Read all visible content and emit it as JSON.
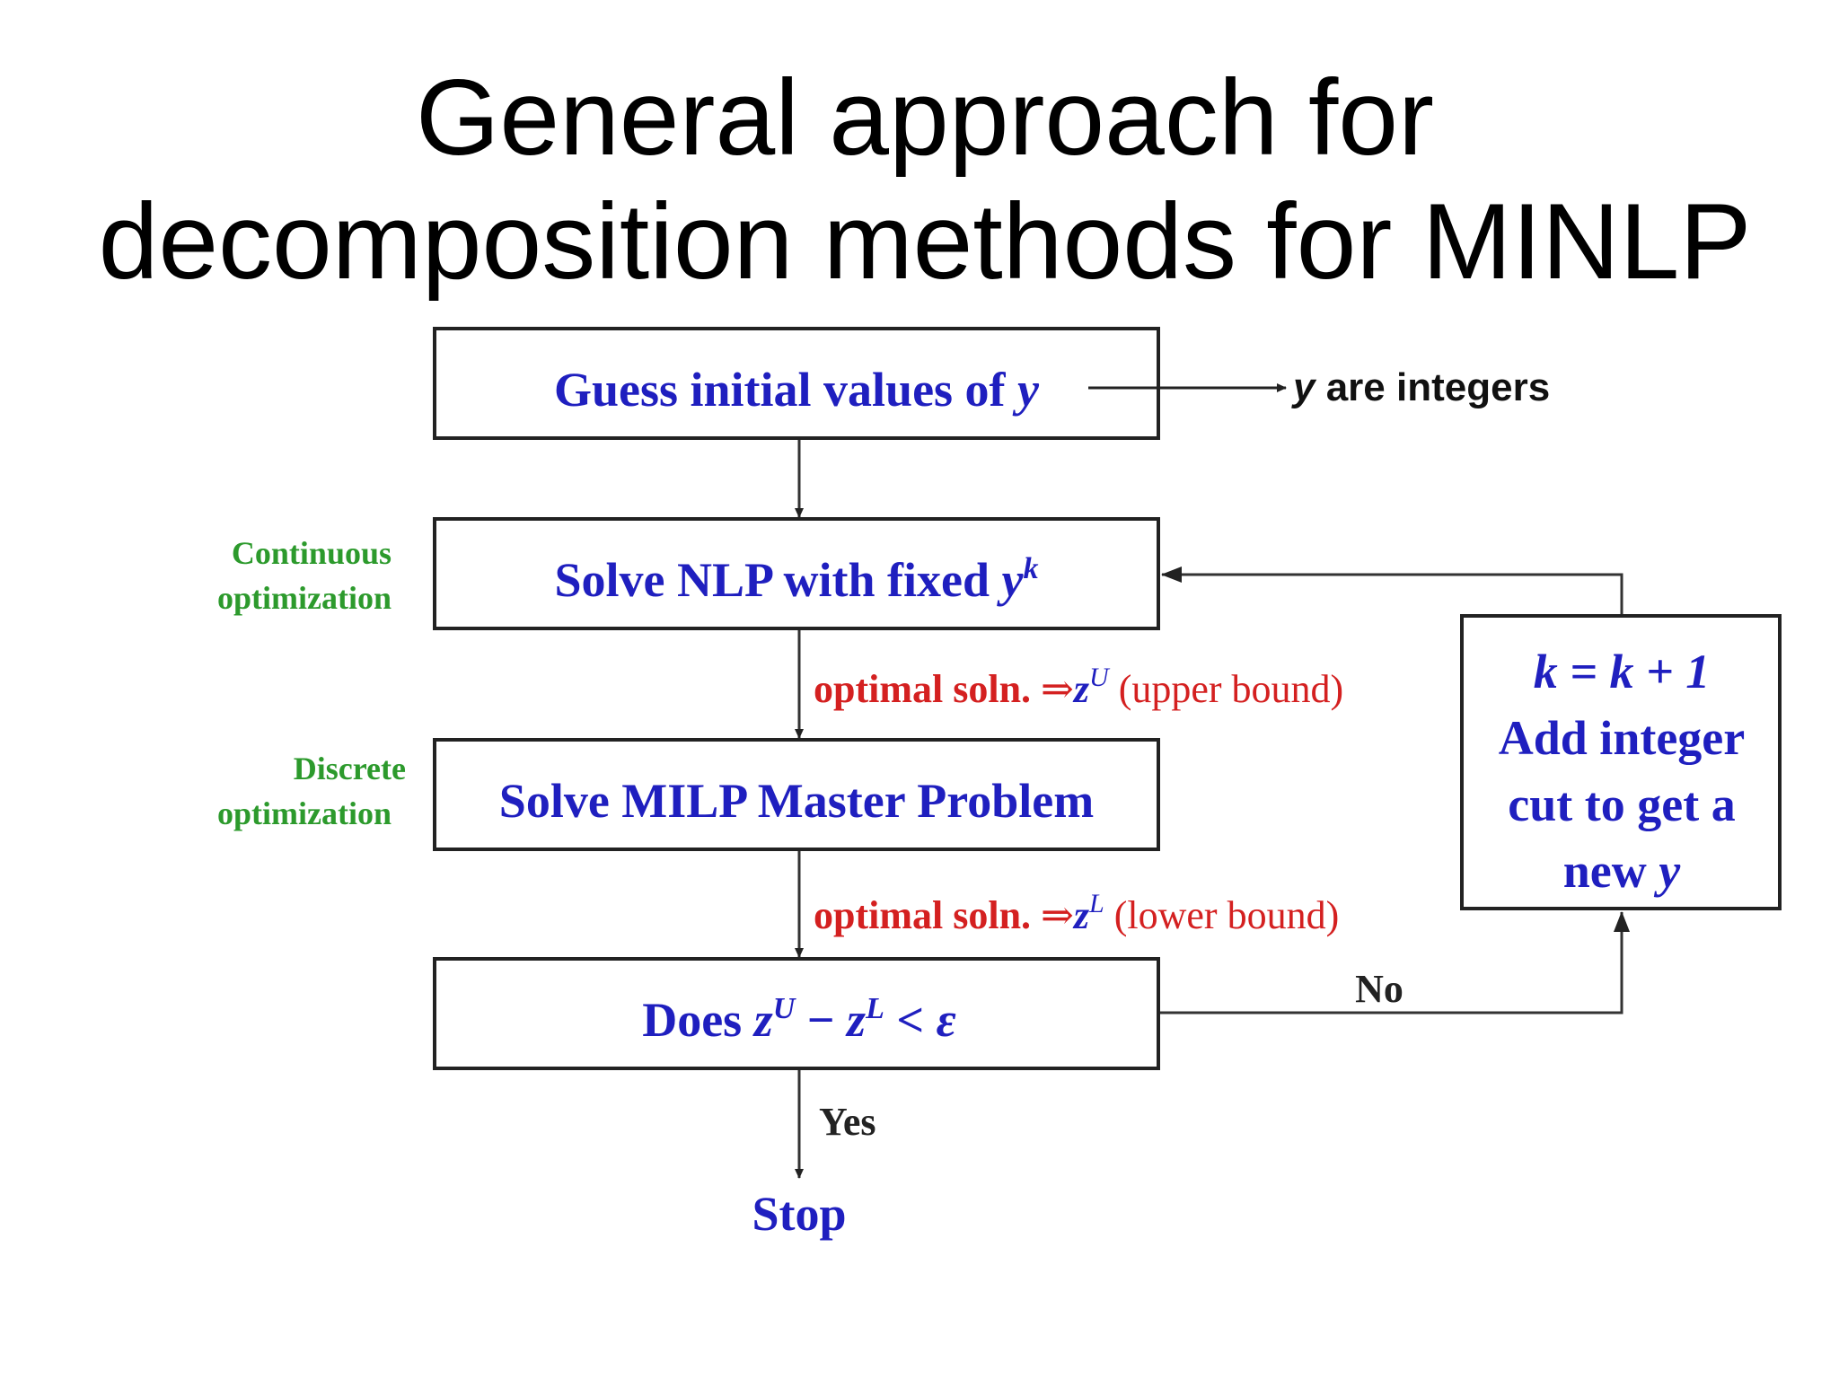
{
  "title": {
    "line1": "General approach for",
    "line2": "decomposition methods for MINLP"
  },
  "colors": {
    "box_text": "#1f1fbf",
    "red": "#d42020",
    "green": "#2c9a2c",
    "line": "#333333",
    "border": "#222222"
  },
  "boxes": {
    "guess": {
      "text": "Guess initial values of ",
      "var": "y"
    },
    "nlp": {
      "text": "Solve NLP with fixed ",
      "var": "y",
      "sup": "k"
    },
    "milp": {
      "text": "Solve MILP Master Problem"
    },
    "check": {
      "prefix": "Does ",
      "z1": "z",
      "sup1": "U",
      "minus": " − ",
      "z2": "z",
      "sup2": "L",
      "rel": " < ",
      "eps": "ε"
    },
    "update": {
      "line1": "k = k + 1",
      "line2": "Add integer",
      "line3": "cut to get a",
      "line4_text": "new ",
      "line4_var": "y"
    }
  },
  "annotations": {
    "integers_var": "y",
    "integers_text": " are integers",
    "continuous_line1": "Continuous",
    "continuous_line2": "optimization",
    "discrete_line1": "Discrete",
    "discrete_line2": "optimization",
    "upper": {
      "label": "optimal  soln. ",
      "arrow": "⇒",
      "z": "z",
      "sup": "U",
      "tail": " (upper bound)"
    },
    "lower": {
      "label": "optimal  soln. ",
      "arrow": "⇒",
      "z": "z",
      "sup": "L",
      "tail": " (lower bound)"
    },
    "no": "No",
    "yes": "Yes",
    "stop": "Stop"
  }
}
